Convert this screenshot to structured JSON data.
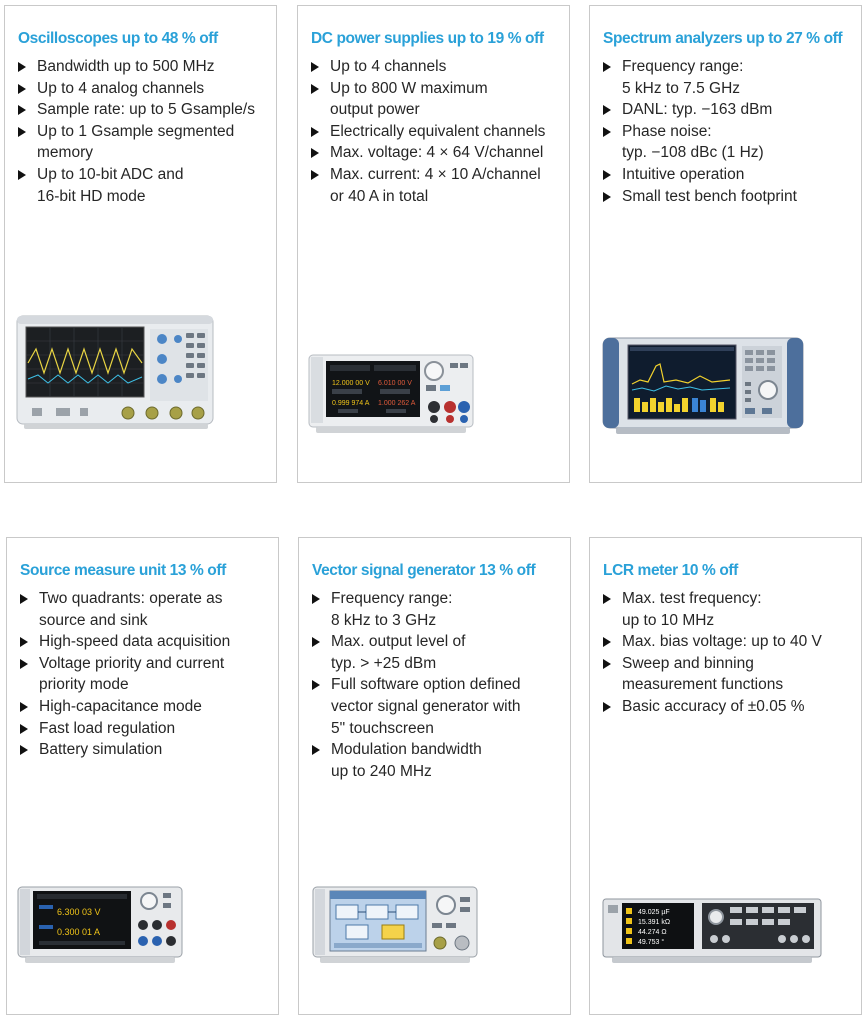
{
  "cards": [
    {
      "title": "Oscilloscopes up to 48 % off",
      "items": [
        [
          "Bandwidth up to 500 MHz"
        ],
        [
          "Up to 4 analog channels"
        ],
        [
          "Sample rate: up to 5 Gsample/s"
        ],
        [
          "Up to 1 Gsample segmented",
          "memory"
        ],
        [
          "Up to 10-bit ADC and",
          "16-bit HD mode"
        ]
      ]
    },
    {
      "title": "DC power supplies up to 19 % off",
      "items": [
        [
          "Up to 4 channels"
        ],
        [
          "Up to 800 W maximum",
          "output power"
        ],
        [
          "Electrically equivalent channels"
        ],
        [
          "Max. voltage: 4 × 64 V/channel"
        ],
        [
          "Max. current: 4 × 10 A/channel",
          "or 40 A in total"
        ]
      ],
      "screen": [
        "12.000 00 V",
        "6.010 00 V",
        "0.999 974 A",
        "1.000 262 A"
      ]
    },
    {
      "title": "Spectrum analyzers up to 27 % off",
      "items": [
        [
          "Frequency range:",
          "5 kHz to 7.5 GHz"
        ],
        [
          "DANL: typ. −163 dBm"
        ],
        [
          "Phase noise:",
          "typ. −108 dBc (1 Hz)"
        ],
        [
          "Intuitive operation"
        ],
        [
          "Small test bench footprint"
        ]
      ]
    },
    {
      "title": "Source measure unit 13 % off",
      "items": [
        [
          "Two quadrants: operate as",
          "source and sink"
        ],
        [
          "High-speed data acquisition"
        ],
        [
          "Voltage priority and current",
          "priority mode"
        ],
        [
          "High-capacitance mode"
        ],
        [
          "Fast load regulation"
        ],
        [
          "Battery simulation"
        ]
      ],
      "screen": [
        "6.300 03 V",
        "0.300 01 A"
      ]
    },
    {
      "title": "Vector signal generator 13 % off",
      "items": [
        [
          "Frequency range:",
          "8 kHz to 3 GHz"
        ],
        [
          "Max. output level of",
          "typ. > +25 dBm"
        ],
        [
          "Full software option defined",
          "vector signal generator with",
          "5\" touchscreen"
        ],
        [
          "Modulation bandwidth",
          "up to 240 MHz"
        ]
      ]
    },
    {
      "title": "LCR meter 10 % off",
      "items": [
        [
          "Max. test frequency:",
          "up to 10 MHz"
        ],
        [
          "Max. bias voltage: up to 40 V"
        ],
        [
          "Sweep and binning",
          "measurement functions"
        ],
        [
          "Basic accuracy of ±0.05 %"
        ]
      ],
      "screen": [
        "49.025 µF",
        "15.391 kΩ",
        "44.274 Ω",
        "49.753 °"
      ]
    }
  ],
  "colors": {
    "title": "#2aa1d8",
    "text": "#262626",
    "border": "#c9c9c9"
  }
}
